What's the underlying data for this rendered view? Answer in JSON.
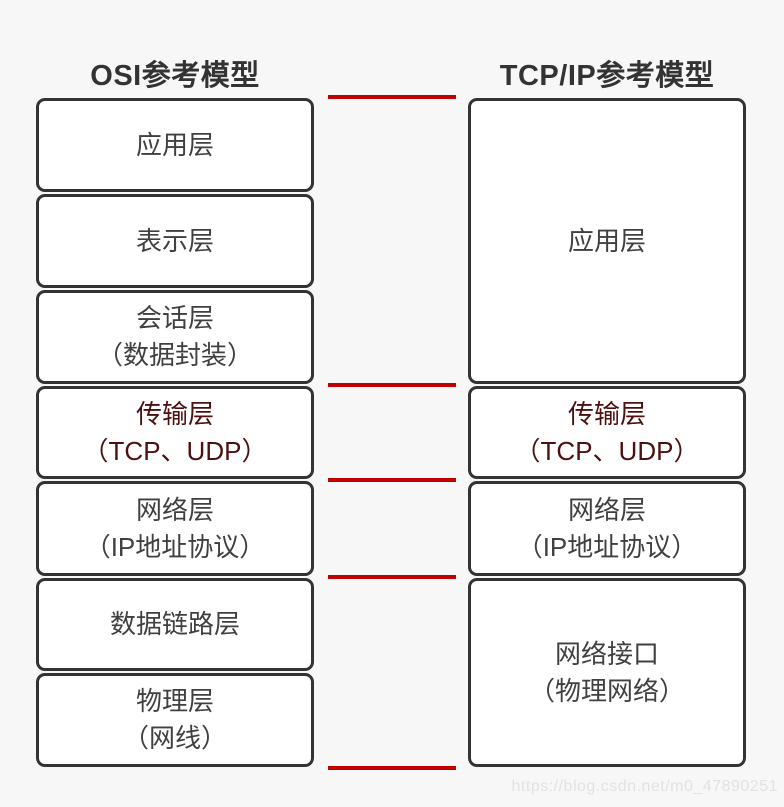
{
  "page": {
    "watermark": "https://blog.csdn.net/m0_47890251"
  },
  "colors": {
    "background": "#f7f7f7",
    "box_border": "#333333",
    "box_fill": "#ffffff",
    "text": "#404040",
    "highlight_text": "#4d0f0f",
    "connector": "#c00000",
    "title": "#333333",
    "watermark": "#e2e2e2"
  },
  "osi": {
    "title": "OSI参考模型",
    "layers": [
      {
        "lines": [
          "应用层"
        ],
        "highlight": false
      },
      {
        "lines": [
          "表示层"
        ],
        "highlight": false
      },
      {
        "lines": [
          "会话层",
          "（数据封装）"
        ],
        "highlight": false
      },
      {
        "lines": [
          "传输层",
          "（TCP、UDP）"
        ],
        "highlight": true
      },
      {
        "lines": [
          "网络层",
          "（IP地址协议）"
        ],
        "highlight": false
      },
      {
        "lines": [
          "数据链路层"
        ],
        "highlight": false
      },
      {
        "lines": [
          "物理层",
          "（网线）"
        ],
        "highlight": false
      }
    ]
  },
  "tcpip": {
    "title": "TCP/IP参考模型",
    "layers": [
      {
        "lines": [
          "应用层"
        ],
        "highlight": false
      },
      {
        "lines": [
          "传输层",
          "（TCP、UDP）"
        ],
        "highlight": true
      },
      {
        "lines": [
          "网络层",
          "（IP地址协议）"
        ],
        "highlight": false
      },
      {
        "lines": [
          "网络接口",
          "（物理网络）"
        ],
        "highlight": false
      }
    ]
  }
}
